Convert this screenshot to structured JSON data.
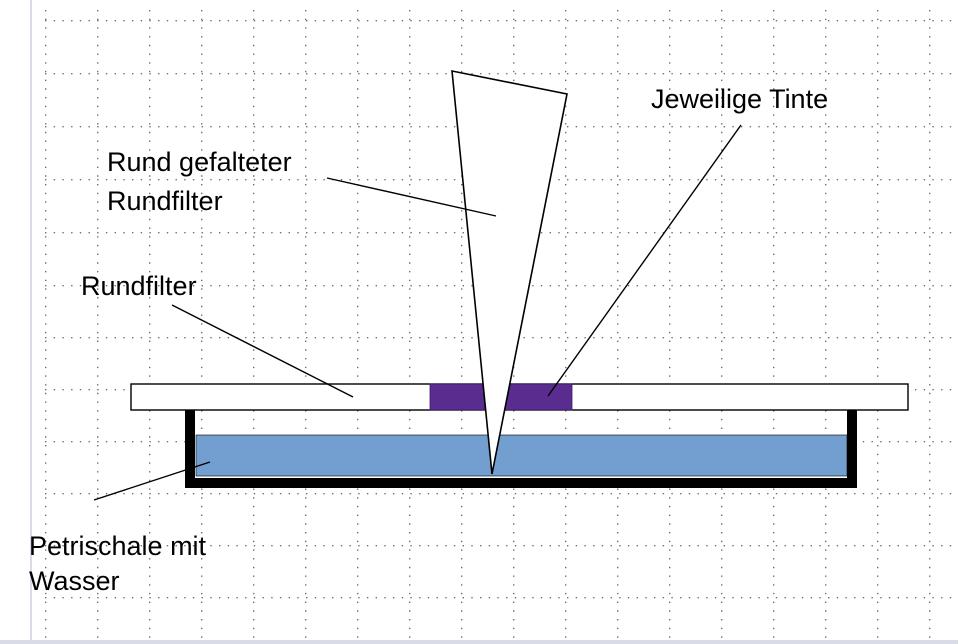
{
  "colors": {
    "background": "#ffffff",
    "grid_dot": "#6f6f6f",
    "water": "#729fcf",
    "ink": "#5b2c8f",
    "dish": "#000000",
    "filter": "#ffffff",
    "frame": "#d9dce6"
  },
  "labels": {
    "folded_filter_line1": "Rund gefalteter",
    "folded_filter_line2": "Rundfilter",
    "ink": "Jeweilige Tinte",
    "round_filter": "Rundfilter",
    "petri_line1": "Petrischale mit",
    "petri_line2": "Wasser"
  }
}
